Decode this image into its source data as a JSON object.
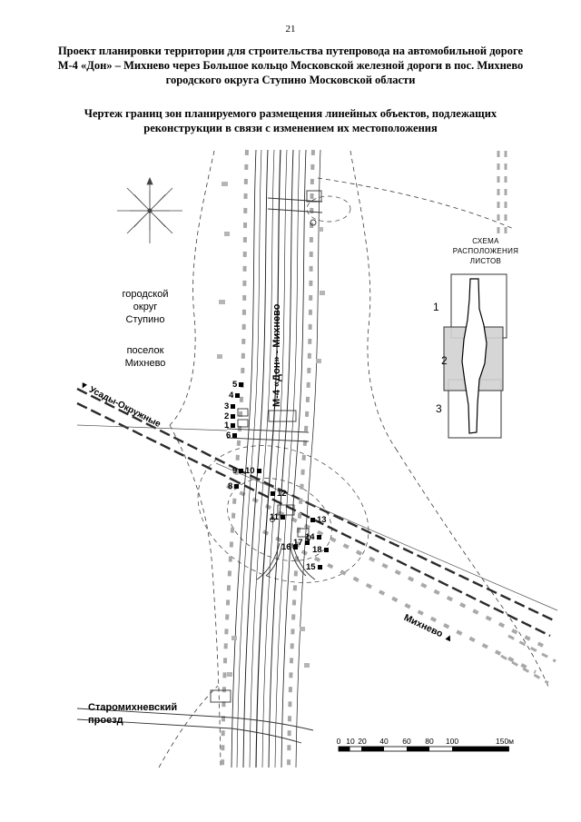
{
  "page": {
    "number": "21",
    "title": "Проект планировки территории для строительства путепровода на автомобильной дороге\nМ-4 «Дон» – Михнево через Большое кольцо Московской железной дороги в пос. Михнево\nгородского округа Ступино Московской области",
    "subtitle": "Чертеж границ зон планируемого размещения линейных объектов, подлежащих\nреконструкции в связи с изменением их местоположения"
  },
  "map": {
    "labels": {
      "district": "городской\nокруг\nСтупино",
      "settlement": "поселок\nМихнево",
      "road_axis": "М-4 «Дон» - Михнево",
      "rail_direction_left": "Усады-Окружные",
      "rail_direction_left_arrow": "▼",
      "rail_direction_right": "Михнево",
      "rail_direction_right_arrow": "▲",
      "street": "Старомихневский\nпроезд"
    },
    "markers": [
      "1",
      "2",
      "3",
      "4",
      "5",
      "6",
      "8",
      "9",
      "10",
      "11",
      "12",
      "13",
      "14",
      "15",
      "16",
      "17",
      "18"
    ],
    "inset": {
      "title": "СХЕМА\nРАСПОЛОЖЕНИЯ\nЛИСТОВ",
      "sheets": [
        "1",
        "2",
        "3"
      ]
    },
    "scalebar": {
      "labels": [
        "0",
        "10",
        "20",
        "40",
        "60",
        "80",
        "100",
        "150м"
      ]
    },
    "colors": {
      "line_gray": "#a8a8a8",
      "sheet_fill_gray": "#d2d2d2"
    }
  }
}
